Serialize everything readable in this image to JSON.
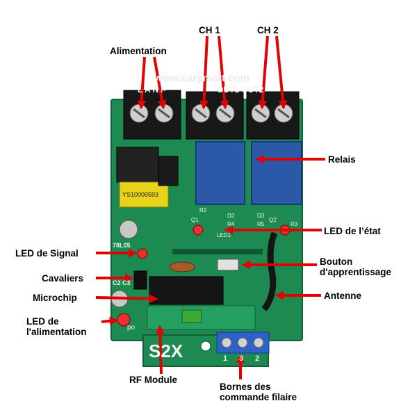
{
  "labels": {
    "ch1": "CH 1",
    "ch2": "CH 2",
    "alimentation": "Alimentation",
    "relais": "Relais",
    "led_etat": "LED de l’état",
    "led_signal": "LED de Signal",
    "bouton_line1": "Bouton",
    "bouton_line2": "d'apprentissage",
    "cavaliers": "Cavaliers",
    "antenne": "Antenne",
    "microchip": "Microchip",
    "led_alim_line1": "LED de",
    "led_alim_line2": "l'alimentation",
    "rf_module": "RF Module",
    "bornes_line1": "Bornes des",
    "bornes_line2": "commande filaire"
  },
  "board": {
    "website": "www.carymart.com",
    "terminal_marks": "L A N /-",
    "out_marks": "OUT1 OUT2",
    "model": "S2X",
    "chip_marking": "YS10000593",
    "vr_marking": "78L05",
    "jumper_marking": "C2 C3",
    "terminal_numbers": [
      "1",
      "3",
      "2"
    ],
    "component_marks": [
      "Q1",
      "R2",
      "D2",
      "R4",
      "R5",
      "Q2",
      "D3",
      "R3",
      "LED1"
    ],
    "left_edge_mark": "po"
  },
  "colors": {
    "pcb": "#1d8a52",
    "arrow": "#e30000",
    "terminal_blue": "#2d63c8",
    "relay_blue": "#2c58a8"
  }
}
